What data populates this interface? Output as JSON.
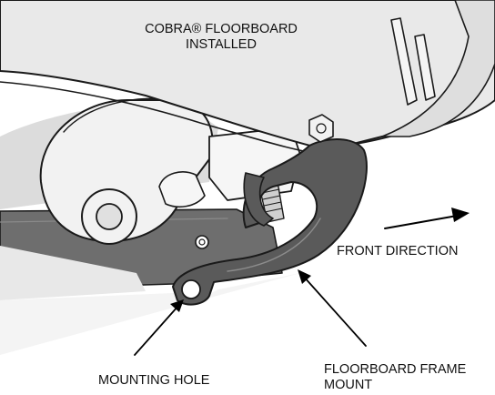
{
  "labels": {
    "floorboard_installed": [
      "COBRA® FLOORBOARD",
      "INSTALLED"
    ],
    "front_direction": "FRONT DIRECTION",
    "mounting_hole": "MOUNTING HOLE",
    "floorboard_frame_mount": [
      "FLOORBOARD FRAME",
      "MOUNT"
    ]
  },
  "colors": {
    "floorboard": "#e9e9e9",
    "frame": "#6e6e6e",
    "mount_bracket": "#5a5a5a",
    "linkage": "#f2f2f2",
    "outline": "#1a1a1a"
  }
}
